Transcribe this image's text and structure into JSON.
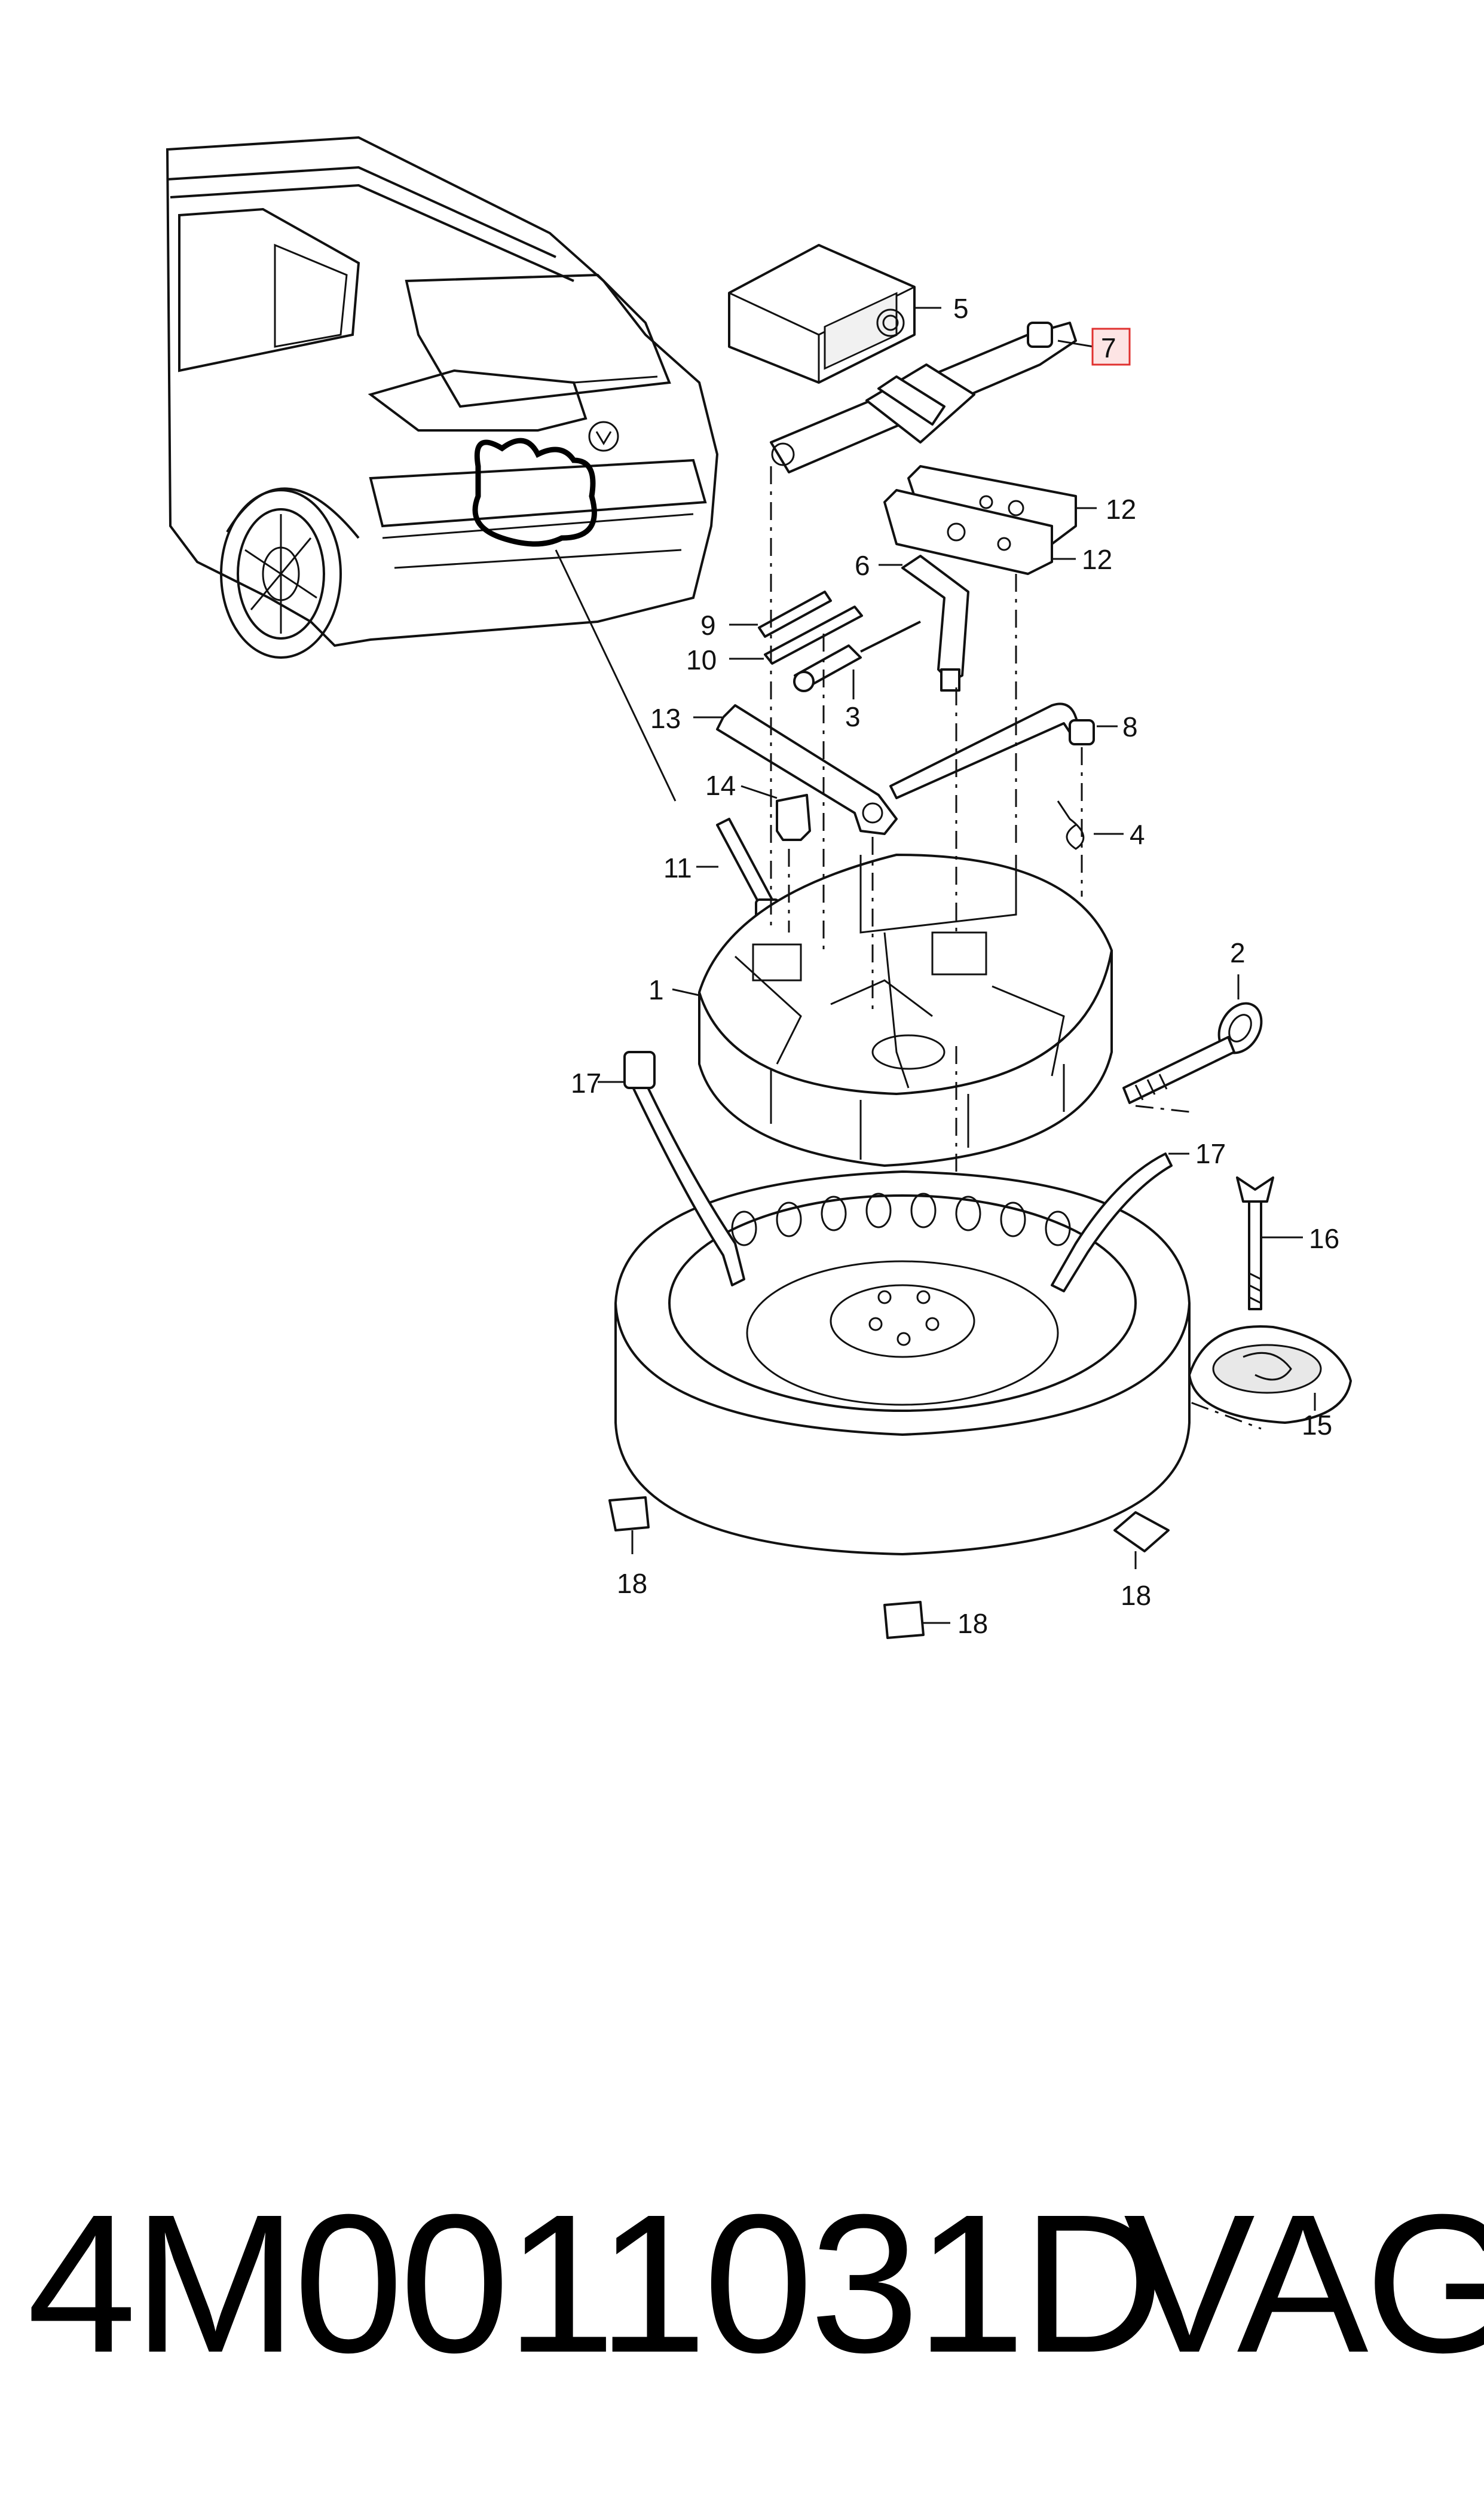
{
  "callouts": {
    "c1": "1",
    "c2": "2",
    "c3": "3",
    "c4": "4",
    "c5": "5",
    "c6": "6",
    "c7": "7",
    "c8": "8",
    "c9": "9",
    "c10": "10",
    "c11": "11",
    "c12a": "12",
    "c12b": "12",
    "c13": "13",
    "c14": "14",
    "c15": "15",
    "c16": "16",
    "c17a": "17",
    "c17b": "17",
    "c18a": "18",
    "c18b": "18",
    "c18c": "18"
  },
  "highlight_color": "#e0312f",
  "footer": {
    "part_number": "4M0011031D",
    "brand": "VAG"
  }
}
